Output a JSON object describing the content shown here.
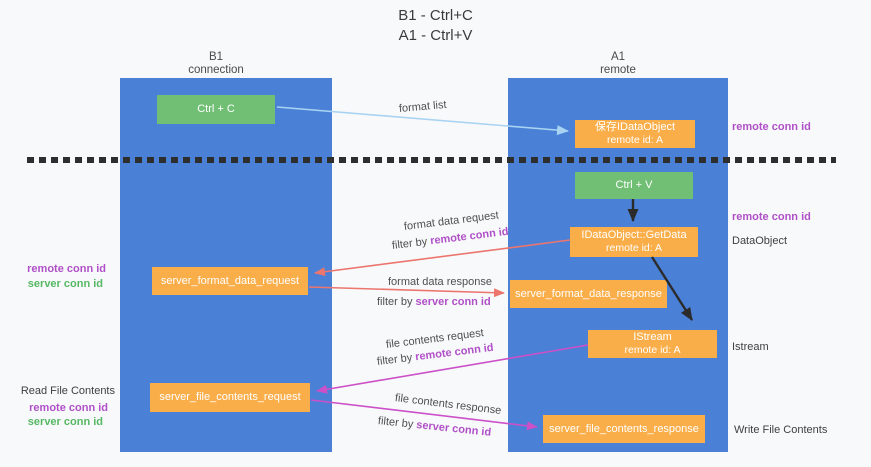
{
  "colors": {
    "panel_blue": "#4a80d6",
    "box_green": "#71bf74",
    "box_orange": "#f9ae4a",
    "label_purple": "#b050c8",
    "label_green": "#56b865",
    "arrow_salmon": "#ec756e",
    "arrow_magenta": "#cc50c8",
    "arrow_lightblue": "#a8d3f2",
    "arrow_black": "#2b2b2b",
    "dash_line": "#2e2e2e"
  },
  "title": {
    "line1": "B1 - Ctrl+C",
    "line2": "A1 - Ctrl+V"
  },
  "lifelines": {
    "left": {
      "title": "B1",
      "subtitle": "connection"
    },
    "right": {
      "title": "A1",
      "subtitle": "remote"
    }
  },
  "nodes": {
    "ctrl_c": {
      "label": "Ctrl + C"
    },
    "ctrl_v": {
      "label": "Ctrl + V"
    },
    "save_dataobject": {
      "line1": "保存IDataObject",
      "line2": "remote id: A"
    },
    "getdata": {
      "line1": "IDataObject::GetData",
      "line2": "remote id: A"
    },
    "istream": {
      "line1": "IStream",
      "line2": "remote id: A"
    },
    "server_format_data_request": {
      "label": "server_format_data_request"
    },
    "server_format_data_response": {
      "label": "server_format_data_response"
    },
    "server_file_contents_request": {
      "label": "server_file_contents_request"
    },
    "server_file_contents_response": {
      "label": "server_file_contents_response"
    }
  },
  "edge_labels": {
    "format_list": "format list",
    "format_data_request": "format data request",
    "format_data_request_filter_prefix": "filter by ",
    "format_data_request_filter_key": "remote conn id",
    "format_data_response": "format data response",
    "format_data_response_filter_prefix": "filter by ",
    "format_data_response_filter_key": "server conn id",
    "file_contents_request": "file contents request",
    "file_contents_request_filter_prefix": "filter by ",
    "file_contents_request_filter_key": "remote conn id",
    "file_contents_response": "file contents response",
    "file_contents_response_filter_prefix": "filter by ",
    "file_contents_response_filter_key": "server conn id"
  },
  "side_labels": {
    "right_remote_conn_top": "remote conn id",
    "right_remote_conn_mid": "remote conn id",
    "right_dataobject": "DataObject",
    "right_istream": "Istream",
    "right_write_file": "Write File Contents",
    "left_remote_conn_mid": "remote conn id",
    "left_server_conn_mid": "server conn id",
    "left_read_file": "Read File Contents",
    "left_remote_conn_bottom": "remote conn id",
    "left_server_conn_bottom": "server conn id"
  }
}
